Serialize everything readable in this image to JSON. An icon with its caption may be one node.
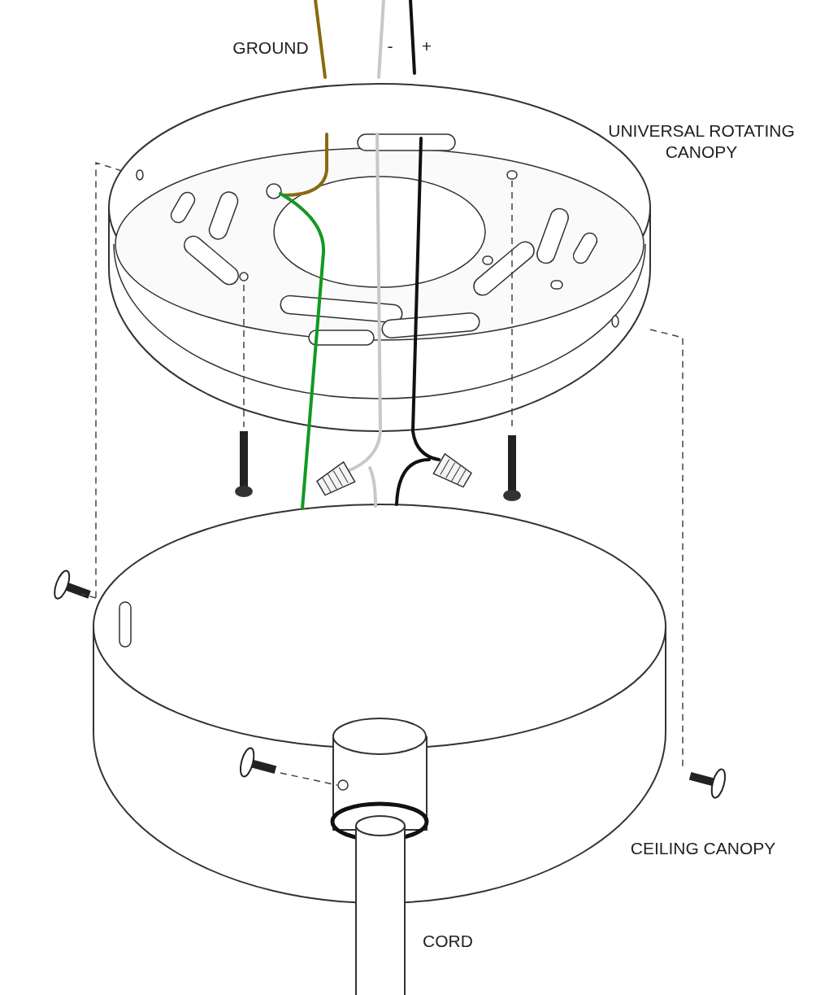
{
  "diagram": {
    "labels": [
      "GROUND",
      "-",
      "+",
      "UNIVERSAL ROTATING CANOPY",
      "CEILING CANOPY",
      "CORD"
    ]
  }
}
